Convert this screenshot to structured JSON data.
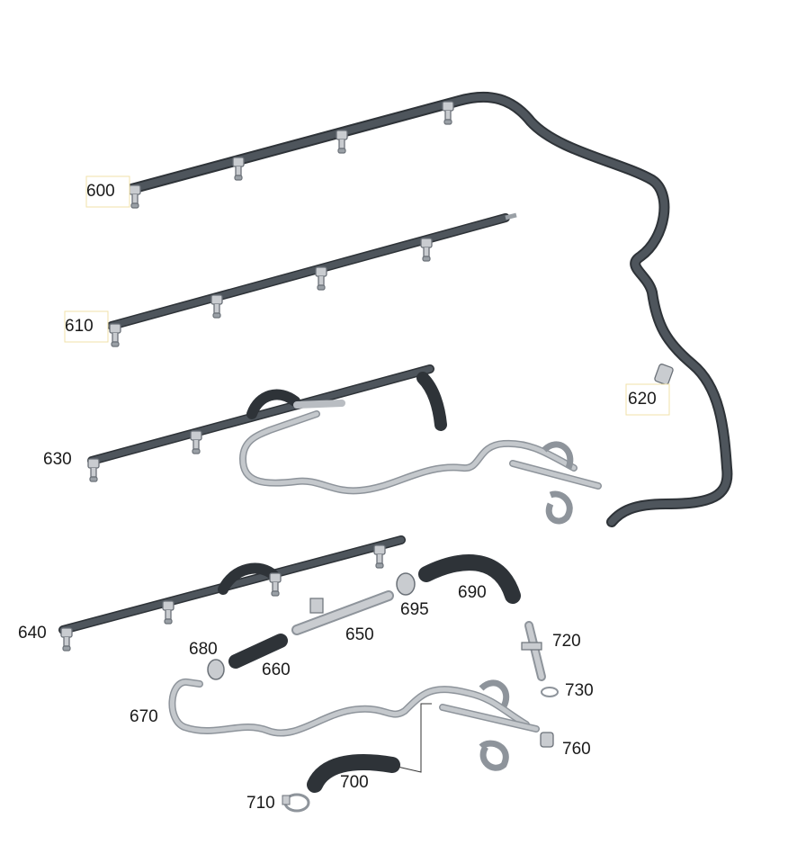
{
  "callouts": {
    "c600": "600",
    "c610": "610",
    "c620": "620",
    "c630": "630",
    "c640": "640",
    "c650": "650",
    "c660": "660",
    "c670": "670",
    "c680": "680",
    "c690": "690",
    "c695": "695",
    "c700": "700",
    "c710": "710",
    "c720": "720",
    "c730": "730",
    "c760": "760"
  },
  "colors": {
    "hose_dark": "#4a5158",
    "hose_dark_shadow": "#2e3338",
    "metal_light": "#b9bdc2",
    "metal_mid": "#8e949b",
    "callout_highlight": "#f1e2a8"
  }
}
